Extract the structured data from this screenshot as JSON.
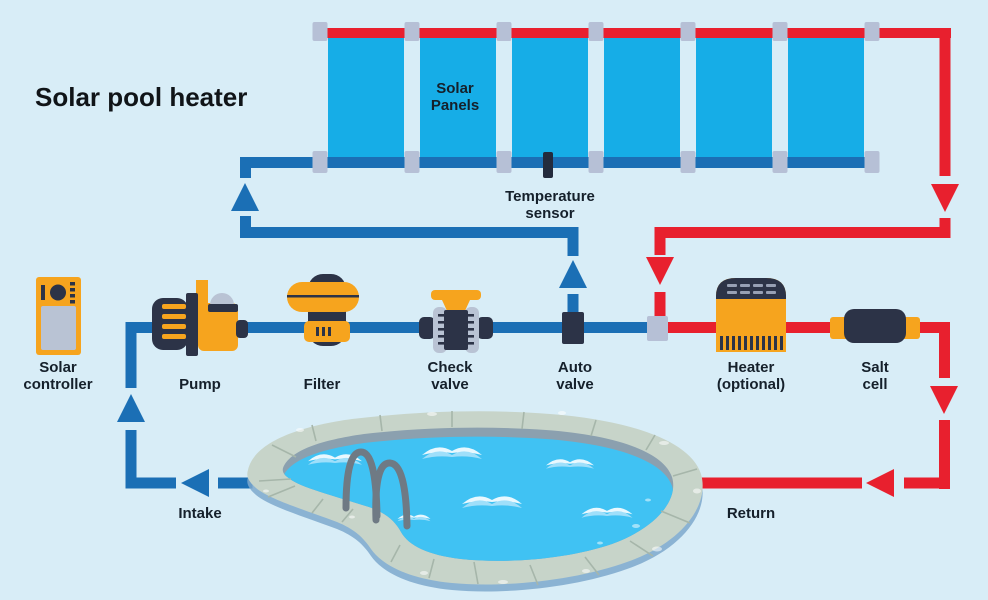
{
  "title": "Solar pool heater",
  "labels": {
    "solar_panels": "Solar\nPanels",
    "temperature_sensor": "Temperature\nsensor",
    "solar_controller": "Solar\ncontroller",
    "pump": "Pump",
    "filter": "Filter",
    "check_valve": "Check\nvalve",
    "auto_valve": "Auto\nvalve",
    "heater": "Heater\n(optional)",
    "salt_cell": "Salt\ncell",
    "intake": "Intake",
    "return": "Return"
  },
  "palette": {
    "background": "#d8edf7",
    "cold_pipe_blue": "#1b6fb5",
    "hot_pipe_red": "#e8202e",
    "solar_panel_cyan": "#16ade7",
    "connector_gray": "#b6c0d6",
    "component_dark_navy": "#2c3347",
    "component_orange": "#f6a41e",
    "pool_deck_gray_green": "#c7d4c9",
    "pool_wall_gray": "#8ba0af",
    "pool_water_blue": "#40c2f3",
    "text_dark": "#15202b"
  }
}
